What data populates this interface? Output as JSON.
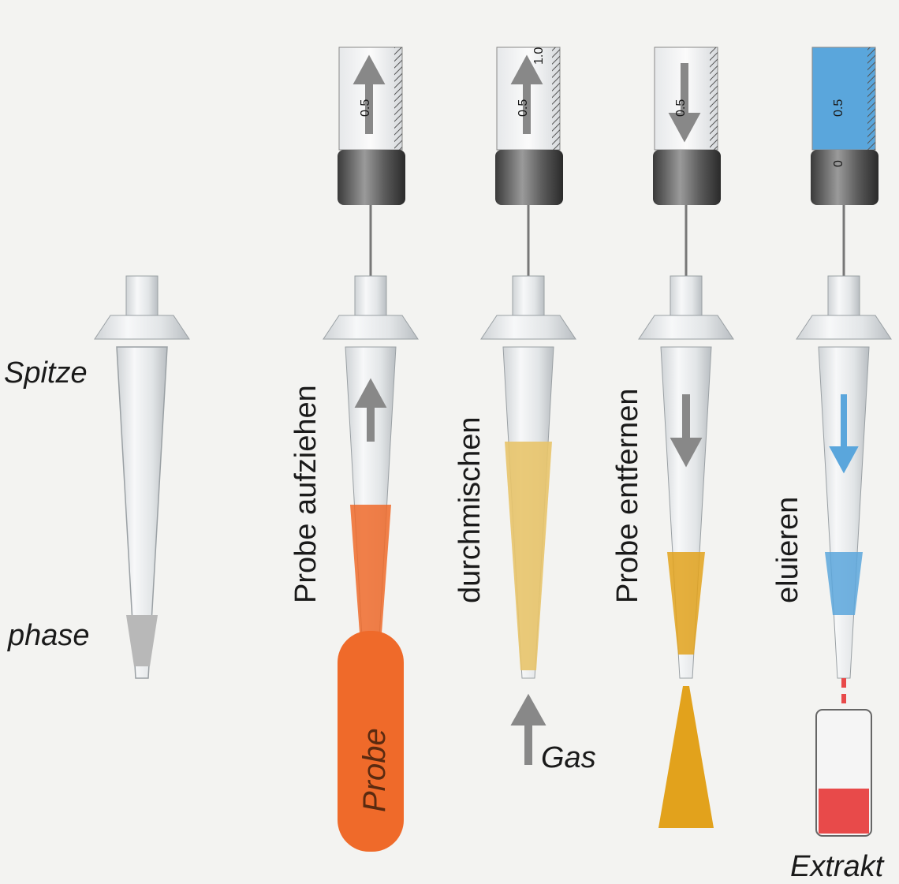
{
  "labels": {
    "tip": "Spitze",
    "phase": "phase",
    "step_draw": "Probe aufziehen",
    "step_mix": "durchmischen",
    "step_remove": "Probe entfernen",
    "step_elute": "eluieren",
    "sample": "Probe",
    "gas": "Gas",
    "extract": "Extrakt"
  },
  "scale_marks": {
    "half": "0.5",
    "one": "1.0",
    "zero": "0"
  },
  "colors": {
    "sample": "#ef6a2a",
    "mix": "#e8c46a",
    "remove": "#e2a21c",
    "eluent": "#5aa6dc",
    "extract": "#e84a4a",
    "particles": "#9a9a9a"
  }
}
